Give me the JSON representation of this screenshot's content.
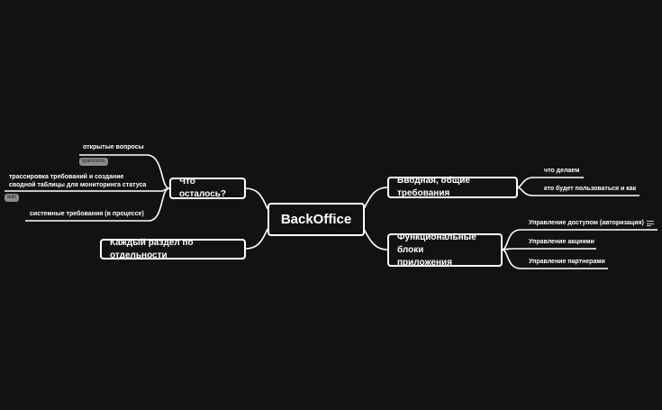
{
  "central": {
    "label": "BackOffice"
  },
  "left": [
    {
      "label": "Что осталось?",
      "children": [
        {
          "label": "открытые вопросы",
          "tag": "questions"
        },
        {
          "label": "трассировка требований и создание сводной таблицы для мониторинга статуса",
          "line1": "трассировка требований и создание",
          "line2": "сводной таблицы для мониторинга статуса",
          "tag": "wiki"
        },
        {
          "label": "системные требования (в процессе)"
        }
      ]
    },
    {
      "label": "Каждый раздел по отдельности"
    }
  ],
  "right": [
    {
      "label": "Вводная, общие требования",
      "children": [
        {
          "label": "что делаем"
        },
        {
          "label": "кто будет пользоваться и как"
        }
      ]
    },
    {
      "label": "Функциональные блоки приложения",
      "line1": "Функциональные блоки",
      "line2": "приложения",
      "children": [
        {
          "label": "Управление доступом (авторизация)",
          "icon": "notes-icon"
        },
        {
          "label": "Управление акциями"
        },
        {
          "label": "Управление партнерами"
        }
      ]
    }
  ],
  "colors": {
    "background": "#121212",
    "lines": "#ffffff",
    "tag": "#8a8a8a"
  }
}
